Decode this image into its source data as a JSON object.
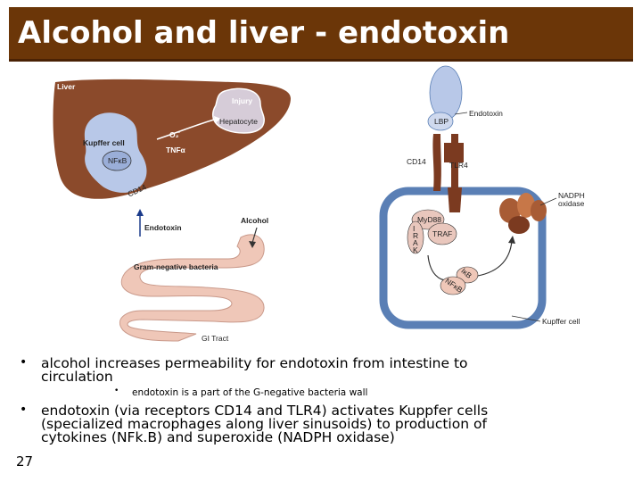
{
  "title": "Alcohol and liver - endotoxin",
  "figure": {
    "left": {
      "liver": "Liver",
      "injury": "Injury",
      "hepatocyte": "Hepatocyte",
      "o2": "O₂̄",
      "tnf": "TNFα",
      "kupffer_cell": "Kupffer cell",
      "nfkb": "NFκB",
      "cd14": "CD14",
      "endotoxin": "Endotoxin",
      "alcohol": "Alcohol",
      "gram_negative": "Gram-negative bacteria",
      "gi_tract": "GI Tract"
    },
    "right": {
      "endotoxin": "Endotoxin",
      "lbp": "LBP",
      "cd14": "CD14",
      "tlr4": "TLR4",
      "nadph_line1": "NADPH",
      "nadph_line2": "oxidase",
      "myd88": "MyD88",
      "irak_i": "I",
      "irak_r": "R",
      "irak_a": "A",
      "irak_k": "K",
      "traf": "TRAF",
      "ikb": "IκB",
      "nfkb": "NFκB",
      "kupffer_cell": "Kupffer cell"
    }
  },
  "bullets": [
    {
      "line1": "alcohol increases permeability for endotoxin from intestine to",
      "line2": "circulation"
    },
    {
      "line1": "endotoxin (via receptors CD14 and TLR4) activates Kuppfer cells",
      "line2": "(specialized macrophages along liver sinusoids) to production of",
      "line3": "cytokines (NFk.B) and superoxide (NADPH oxidase)"
    }
  ],
  "sub_bullet": "endotoxin is a part of the G-negative bacteria wall",
  "bullet_symbol": "•",
  "slide_number": "27",
  "colors": {
    "title_bg": "#6b3608",
    "liver": "#8b4a2b",
    "kupffer": "#b8c8e8",
    "gut": "#efc7b8",
    "cell_border": "#5a7fb5",
    "receptor": "#7b3a20"
  }
}
